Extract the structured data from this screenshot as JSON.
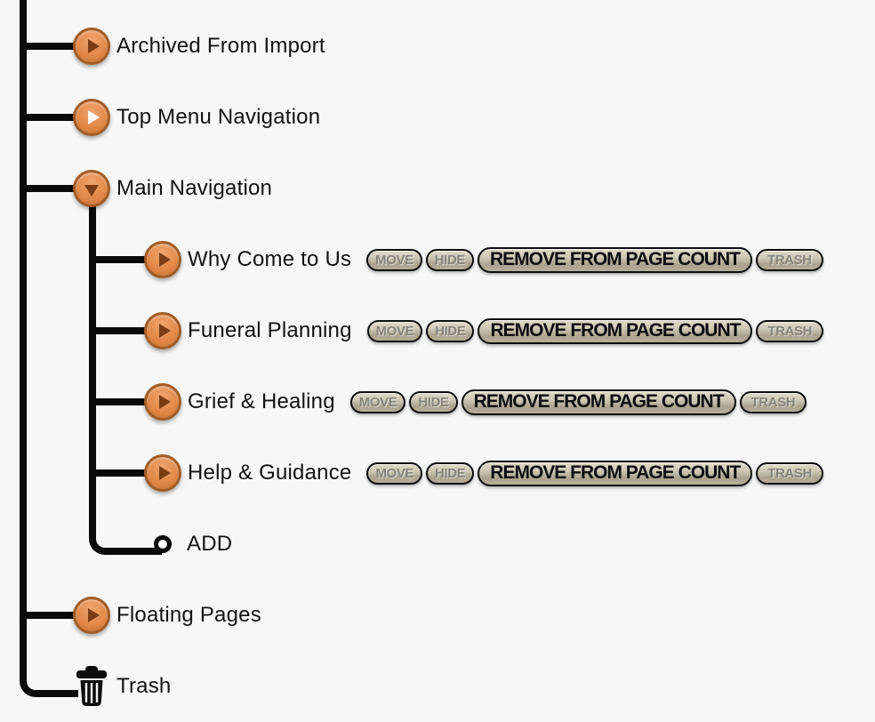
{
  "tree": {
    "items": [
      {
        "label": "Archived From Import",
        "level": 1,
        "state": "collapsed",
        "icon": "arrow-right-icon"
      },
      {
        "label": "Top Menu Navigation",
        "level": 1,
        "state": "collapsed",
        "icon": "arrow-right-icon-light"
      },
      {
        "label": "Main Navigation",
        "level": 1,
        "state": "expanded",
        "icon": "arrow-down-icon"
      },
      {
        "label": "Why Come to Us",
        "level": 2,
        "state": "collapsed",
        "icon": "arrow-right-icon",
        "has_actions": true
      },
      {
        "label": "Funeral Planning",
        "level": 2,
        "state": "collapsed",
        "icon": "arrow-right-icon",
        "has_actions": true
      },
      {
        "label": "Grief & Healing",
        "level": 2,
        "state": "collapsed",
        "icon": "arrow-right-icon",
        "has_actions": true
      },
      {
        "label": "Help & Guidance",
        "level": 2,
        "state": "collapsed",
        "icon": "arrow-right-icon",
        "has_actions": true
      },
      {
        "label": "ADD",
        "level": 2,
        "type": "add-action",
        "icon": "add-bullet-icon"
      },
      {
        "label": "Floating Pages",
        "level": 1,
        "state": "collapsed",
        "icon": "arrow-right-icon"
      },
      {
        "label": "Trash",
        "level": 1,
        "type": "trash",
        "icon": "trash-icon"
      }
    ]
  },
  "actions": {
    "move": "MOVE",
    "hide": "HIDE",
    "remove_from_page_count": "REMOVE FROM PAGE COUNT",
    "trash": "TRASH"
  },
  "colors": {
    "background": "#f7f7f7",
    "tree_line": "#0b0b0b",
    "toggle_orange": "#e18a4b",
    "toggle_border": "#a05d28",
    "arrow_dark": "#7a3c12",
    "arrow_light": "#fdfaf2",
    "button_face_tan": "#cdc7b5",
    "button_text_gray": "#84847b",
    "button_text_black": "#0c0c0c"
  }
}
